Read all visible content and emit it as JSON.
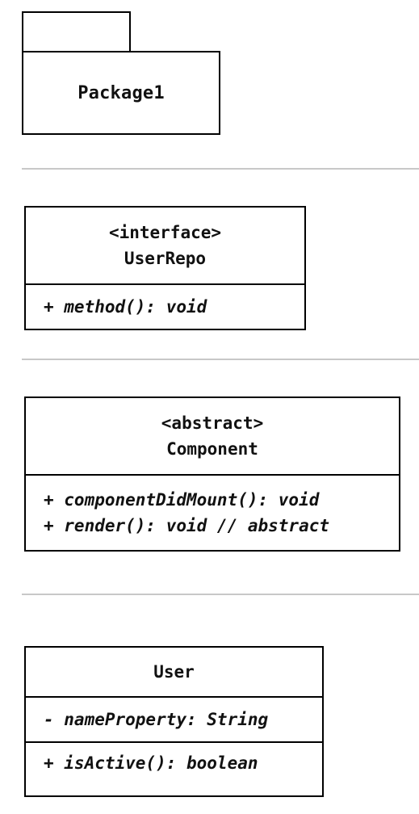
{
  "package": {
    "name": "Package1"
  },
  "interface_class": {
    "stereotype": "<interface>",
    "name": "UserRepo",
    "methods": [
      "+ method(): void"
    ]
  },
  "abstract_class": {
    "stereotype": "<abstract>",
    "name": "Component",
    "methods": [
      "+ componentDidMount(): void",
      "+ render(): void // abstract"
    ]
  },
  "user_class": {
    "name": "User",
    "attributes": [
      "- nameProperty: String"
    ],
    "methods": [
      "+ isActive(): boolean"
    ]
  },
  "colors": {
    "stroke": "#000000",
    "separator": "#c8c8c8",
    "background": "#ffffff"
  }
}
